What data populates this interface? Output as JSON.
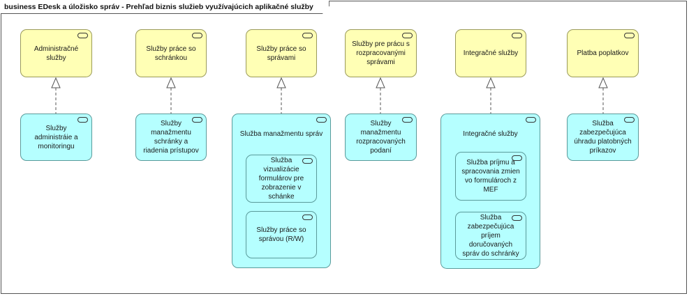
{
  "diagram": {
    "title": "business EDesk a úložisko správ - Prehľad biznis služieb využívajúcich aplikačné služby",
    "business_services": [
      "Administračné služby",
      "Služby práce so schránkou",
      "Služby práce so správami",
      "Služby pre prácu s rozpracovanými správami",
      "Integračné služby",
      "Platba poplatkov"
    ],
    "application_services": [
      "Služby administráie a monitoringu",
      "Služby manažmentu schránky a riadenia prístupov",
      "Služba manažmentu správ",
      "Služby manažmentu rozpracovaných podaní",
      "Integračné služby",
      "Služba zabezpečujúca úhradu platobných príkazov"
    ],
    "nested_services": {
      "sprav": [
        "Služba vizualizácie formulárov pre zobrazenie v schánke",
        "Služby práce so správou (R/W)"
      ],
      "integracne": [
        "Služba príjmu a spracovania zmien vo formulároch z MEF",
        "Služba zabezpečujúca príjem doručovaných správ do schránky"
      ]
    },
    "colors": {
      "business": "#ffffb5",
      "application": "#b5ffff",
      "line": "#555555"
    },
    "icons": [
      "service-icon",
      "realization-arrow-icon"
    ]
  }
}
